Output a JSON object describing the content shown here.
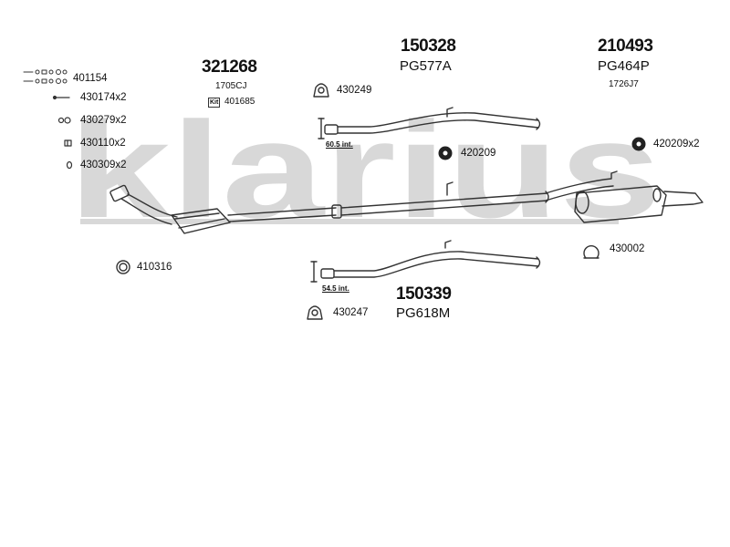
{
  "watermark": "klarius",
  "colors": {
    "watermark": "#d8d8d8",
    "line": "#333333"
  },
  "assemblies": {
    "catalyst": {
      "code": "321268",
      "ref": "1705CJ",
      "kit_label": "Kit",
      "kit_code": "401685"
    },
    "front_pipe": {
      "code": "150328",
      "ref": "PG577A",
      "dimension": "60.5 int."
    },
    "rear_box": {
      "code": "210493",
      "ref": "PG464P",
      "sub_ref": "1726J7"
    },
    "alt_pipe": {
      "code": "150339",
      "ref": "PG618M",
      "dimension": "54.5 int."
    }
  },
  "parts": {
    "p401154": "401154",
    "p430174": "430174x2",
    "p430279": "430279x2",
    "p430110": "430110x2",
    "p430309": "430309x2",
    "p410316": "410316",
    "p430249": "430249",
    "p420209": "420209",
    "p420209x2": "420209x2",
    "p430002": "430002",
    "p430247": "430247"
  }
}
